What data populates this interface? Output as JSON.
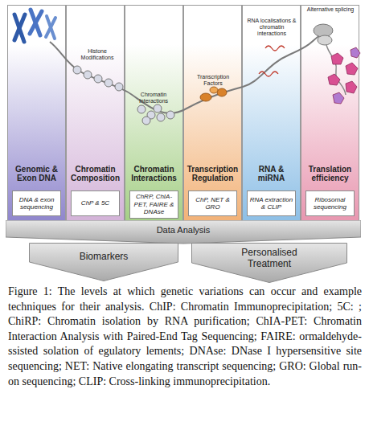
{
  "diagram": {
    "caption": "Figure 1: The levels at which genetic variations can occur and example techniques for their analysis. ChIP: Chromatin Immunoprecipitation; 5C: ; ChiRP: Chromatin isolation by RNA purification; ChIA-PET: Chromatin Interaction Analysis with Paired-End Tag Sequencing; FAIRE: ormaldehyde-ssisted solation of egulatory lements; DNAse: DNase I hypersensitive site sequencing; NET: Native elongating transcript sequencing; GRO: Global run-on sequencing; CLIP: Cross-linking immunoprecipitation.",
    "nodes": [
      {
        "text": [
          "Genomic & Exon DNA"
        ]
      },
      {
        "text": [
          "DNA & exon sequencing"
        ],
        "in": 0
      },
      {
        "text": [
          "Chromatin Composition"
        ]
      },
      {
        "text": [
          "ChP & 5C"
        ],
        "in": 2
      },
      {
        "text": [
          "Chromatin Interactions"
        ]
      },
      {
        "text": [
          "ChRP, ChIA-PET, FAIRE & DNAse"
        ],
        "in": 4
      },
      {
        "text": [
          "Transcription Regulation"
        ]
      },
      {
        "text": [
          "ChP, NET & GRO"
        ],
        "in": 6
      },
      {
        "text": [
          "RNA & miRNA"
        ]
      },
      {
        "text": [
          "RNA extraction & CLIP"
        ],
        "in": 8
      },
      {
        "text": [
          "Translation efficiency"
        ]
      },
      {
        "text": [
          "Ribosomal sequencing"
        ],
        "in": 10
      },
      {
        "text": [
          "Data Analysis"
        ]
      },
      {
        "text": [
          "Biomarkers"
        ]
      },
      {
        "text": [
          "Personalised Treatment"
        ]
      }
    ],
    "labels": [
      "Histone Modifications",
      "Chromatin Interactions",
      "Transcription Factors",
      "RNA localisations & chromatin interactions",
      "Alternative splicing"
    ]
  }
}
